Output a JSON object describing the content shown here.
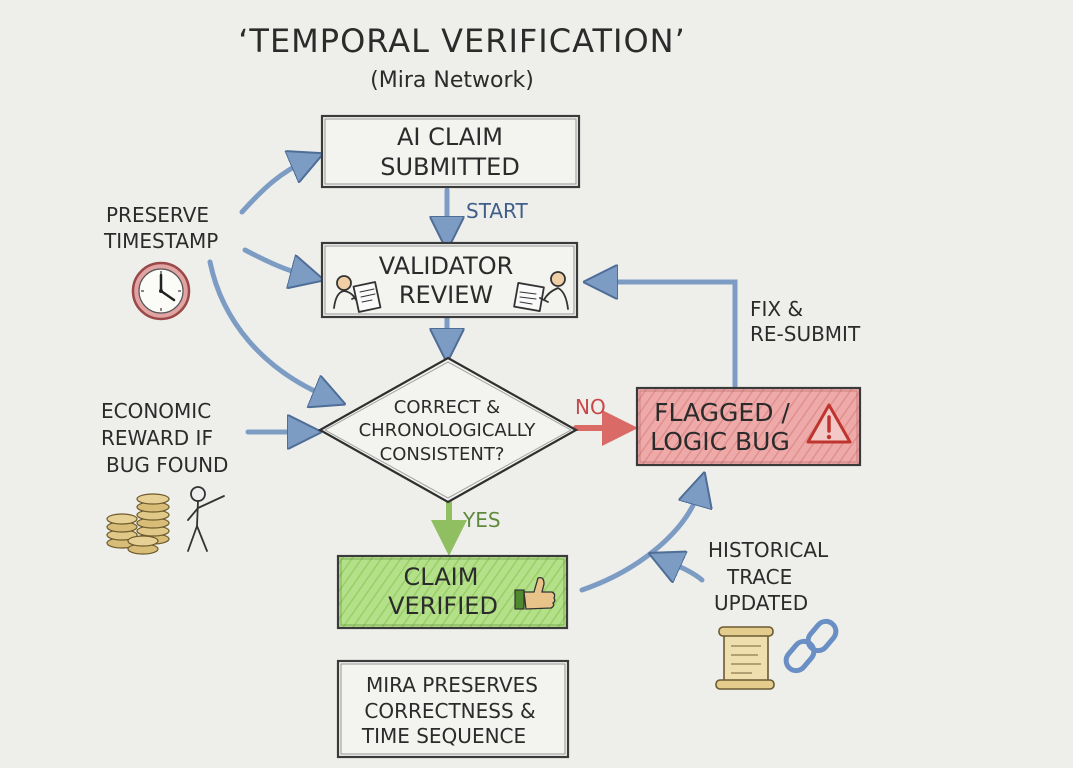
{
  "title": {
    "main": "‘TEMPORAL VERIFICATION’",
    "sub": "(Mira Network)"
  },
  "nodes": {
    "claim_submitted": {
      "line1": "AI CLAIM",
      "line2": "SUBMITTED"
    },
    "validator_review": {
      "line1": "VALIDATOR",
      "line2": "REVIEW"
    },
    "decision": {
      "line1": "CORRECT &",
      "line2": "CHRONOLOGICALLY",
      "line3": "CONSISTENT?"
    },
    "flagged": {
      "line1": "FLAGGED /",
      "line2": "LOGIC BUG"
    },
    "claim_verified": {
      "line1": "CLAIM",
      "line2": "VERIFIED"
    },
    "summary": {
      "line1": "MIRA PRESERVES",
      "line2": "CORRECTNESS &",
      "line3": "TIME SEQUENCE"
    }
  },
  "edge_labels": {
    "start": "START",
    "no": "NO",
    "yes": "YES",
    "fix_line1": "FIX &",
    "fix_line2": "RE-SUBMIT"
  },
  "annotations": {
    "preserve_timestamp": {
      "line1": "PRESERVE",
      "line2": "TIMESTAMP",
      "icon": "clock-icon"
    },
    "economic_reward": {
      "line1": "ECONOMIC",
      "line2": "REWARD IF",
      "line3": "BUG FOUND",
      "icon": "coin-stack-icon"
    },
    "historical_trace": {
      "line1": "HISTORICAL",
      "line2": "TRACE",
      "line3": "UPDATED",
      "icon": "chain-link-icon"
    }
  },
  "colors": {
    "arrow_blue": "#7d9cc4",
    "no_red": "#c8484a",
    "yes_green": "#5f8a3e",
    "start_blue": "#3f5f8a",
    "flagged_fill": "#eba3a3",
    "verified_fill": "#a9dc7e",
    "warning_red": "#d8403a"
  }
}
